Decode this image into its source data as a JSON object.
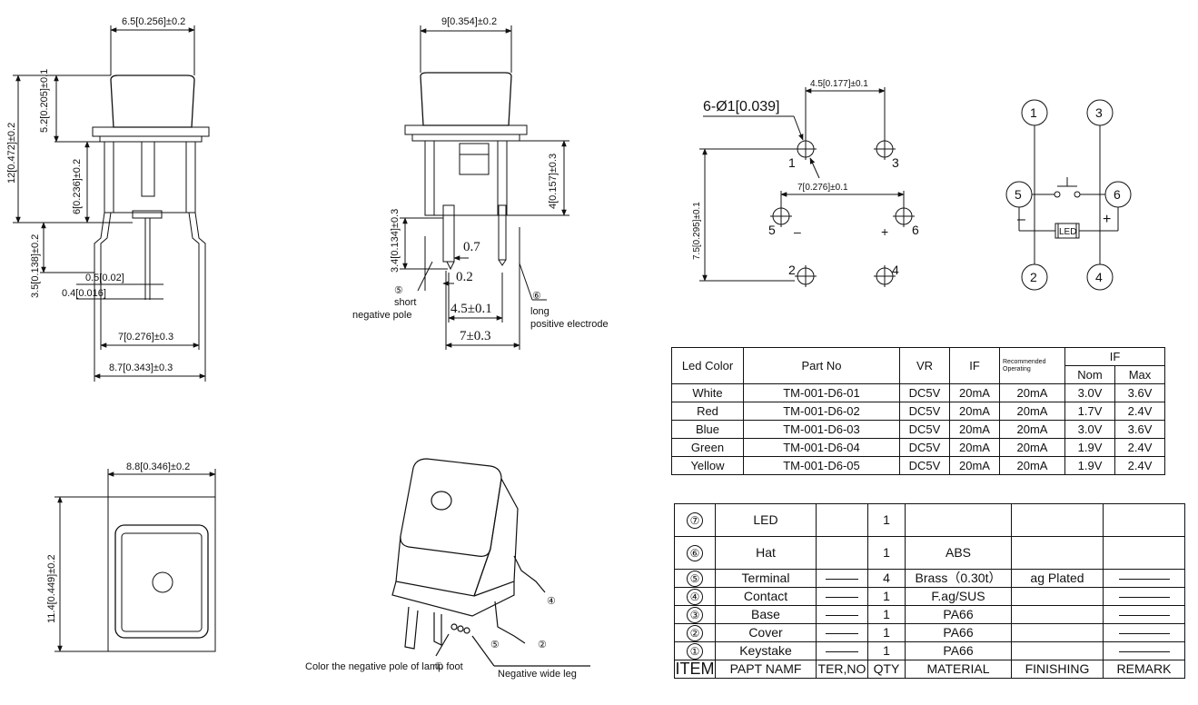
{
  "dims": {
    "side_top_width": "6.5[0.256]±0.2",
    "side_cap_height": "5.2[0.205]±0.1",
    "side_total_height": "12[0.472]±0.2",
    "side_body_height": "6[0.236]±0.2",
    "side_pin_height": "3.5[0.138]±0.2",
    "side_pin_thick_a": "0.5[0.02]",
    "side_pin_thick_b": "0.4[0.016]",
    "side_pin_span": "7[0.276]±0.3",
    "side_overall_width": "8.7[0.343]±0.3",
    "front_cap_width": "9[0.354]±0.2",
    "front_body_height": "4[0.157]±0.3",
    "front_pin_height": "3.4[0.134]±0.3",
    "front_dim_07": "0.7",
    "front_dim_02": "0.2",
    "front_dim_45": "4.5±0.1",
    "front_dim_7": "7±0.3",
    "top_width": "8.8[0.346]±0.2",
    "top_height": "11.4[0.449]±0.2",
    "holes": "6-Ø1[0.039]",
    "pitch_x_top": "4.5[0.177]±0.1",
    "pitch_x_mid": "7[0.276]±0.1",
    "pitch_y": "7.5[0.295]±0.1"
  },
  "labels": {
    "pin5_num": "⑤",
    "short_pole_1": "short",
    "short_pole_2": "negative pole",
    "pin6_num": "⑥",
    "long_pole_1": "long",
    "long_pole_2": "positive electrode",
    "iso_note_left": "Color the negative pole of lamp foot",
    "iso_note_right": "Negative wide leg",
    "iso_c1": "①",
    "iso_c5": "⑤",
    "iso_c2": "②",
    "iso_c4": "④",
    "fp_1": "1",
    "fp_2": "2",
    "fp_3": "3",
    "fp_4": "4",
    "fp_5": "5",
    "fp_6": "6",
    "fp_minus": "–",
    "fp_plus": "+",
    "sch_1": "1",
    "sch_2": "2",
    "sch_3": "3",
    "sch_4": "4",
    "sch_5": "5",
    "sch_6": "6",
    "sch_minus": "–",
    "sch_plus": "+",
    "sch_led": "LED"
  },
  "led_table": {
    "h_color": "Led Color",
    "h_part": "Part No",
    "h_vr": "VR",
    "h_if": "IF",
    "h_rec_1": "Recommended",
    "h_rec_2": "Operating",
    "h_if2": "IF",
    "h_nom": "Nom",
    "h_max": "Max",
    "rows": [
      {
        "color": "White",
        "part": "TM-001-D6-01",
        "vr": "DC5V",
        "if": "20mA",
        "rec": "20mA",
        "nom": "3.0V",
        "max": "3.6V"
      },
      {
        "color": "Red",
        "part": "TM-001-D6-02",
        "vr": "DC5V",
        "if": "20mA",
        "rec": "20mA",
        "nom": "1.7V",
        "max": "2.4V"
      },
      {
        "color": "Blue",
        "part": "TM-001-D6-03",
        "vr": "DC5V",
        "if": "20mA",
        "rec": "20mA",
        "nom": "3.0V",
        "max": "3.6V"
      },
      {
        "color": "Green",
        "part": "TM-001-D6-04",
        "vr": "DC5V",
        "if": "20mA",
        "rec": "20mA",
        "nom": "1.9V",
        "max": "2.4V"
      },
      {
        "color": "Yellow",
        "part": "TM-001-D6-05",
        "vr": "DC5V",
        "if": "20mA",
        "rec": "20mA",
        "nom": "1.9V",
        "max": "2.4V"
      }
    ]
  },
  "bom_table": {
    "rows": [
      {
        "item": "⑦",
        "name": "LED",
        "qty": "1",
        "material": ""
      },
      {
        "item": "⑥",
        "name": "Hat",
        "qty": "1",
        "material": "ABS"
      },
      {
        "item": "⑤",
        "name": "Terminal",
        "qty": "4",
        "material": "Brass（0.30t）",
        "finishing": "ag Plated"
      },
      {
        "item": "④",
        "name": "Contact",
        "qty": "1",
        "material": "F.ag/SUS"
      },
      {
        "item": "③",
        "name": "Base",
        "qty": "1",
        "material": "PA66"
      },
      {
        "item": "②",
        "name": "Cover",
        "qty": "1",
        "material": "PA66"
      },
      {
        "item": "①",
        "name": "Keystake",
        "qty": "1",
        "material": "PA66"
      }
    ],
    "footer": {
      "item": "ITEM",
      "name": "PAPT NAMF",
      "terno": "TER,NO",
      "qty": "QTY",
      "material": "MATERIAL",
      "finishing": "FINISHING",
      "remark": "REMARK"
    }
  }
}
